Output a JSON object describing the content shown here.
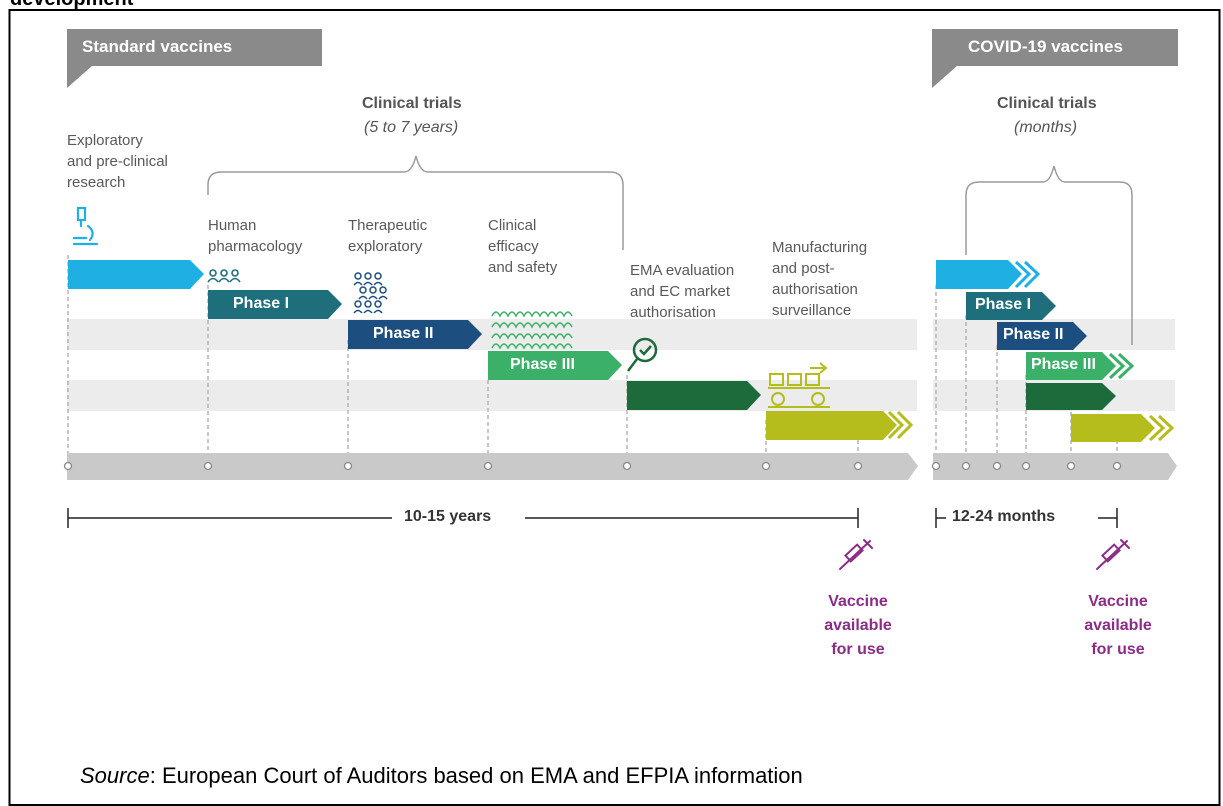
{
  "title": "development",
  "standard": {
    "header": "Standard vaccines",
    "clinical_trials_title": "Clinical trials",
    "clinical_trials_duration": "(5 to 7 years)",
    "stages": {
      "exploratory": "Exploratory\nand pre-clinical\nresearch",
      "human": "Human\npharmacology",
      "therapeutic": "Therapeutic\nexploratory",
      "clinical": "Clinical\nefficacy\nand safety",
      "ema": "EMA evaluation\nand EC market\nauthorisation",
      "manufacturing": "Manufacturing\nand post-\nauthorisation\nsurveillance"
    },
    "phases": [
      "Phase I",
      "Phase II",
      "Phase III"
    ],
    "duration": "10-15 years",
    "vaccine_label": "Vaccine\navailable\nfor use"
  },
  "covid": {
    "header": "COVID-19 vaccines",
    "clinical_trials_title": "Clinical trials",
    "clinical_trials_duration": "(months)",
    "phases": [
      "Phase I",
      "Phase II",
      "Phase III"
    ],
    "duration": "12-24 months",
    "vaccine_label": "Vaccine\navailable\nfor use"
  },
  "source": {
    "prefix": "Source",
    "text": ": European Court of Auditors based on EMA and EFPIA information"
  },
  "colors": {
    "light_blue": "#1fb0e3",
    "teal": "#1f6e7c",
    "navy": "#1d4e80",
    "green": "#3bb068",
    "dark_green": "#1d6b3a",
    "olive": "#b5bd1c",
    "purple": "#8b2c86",
    "header_gray": "#8a8a8a"
  }
}
